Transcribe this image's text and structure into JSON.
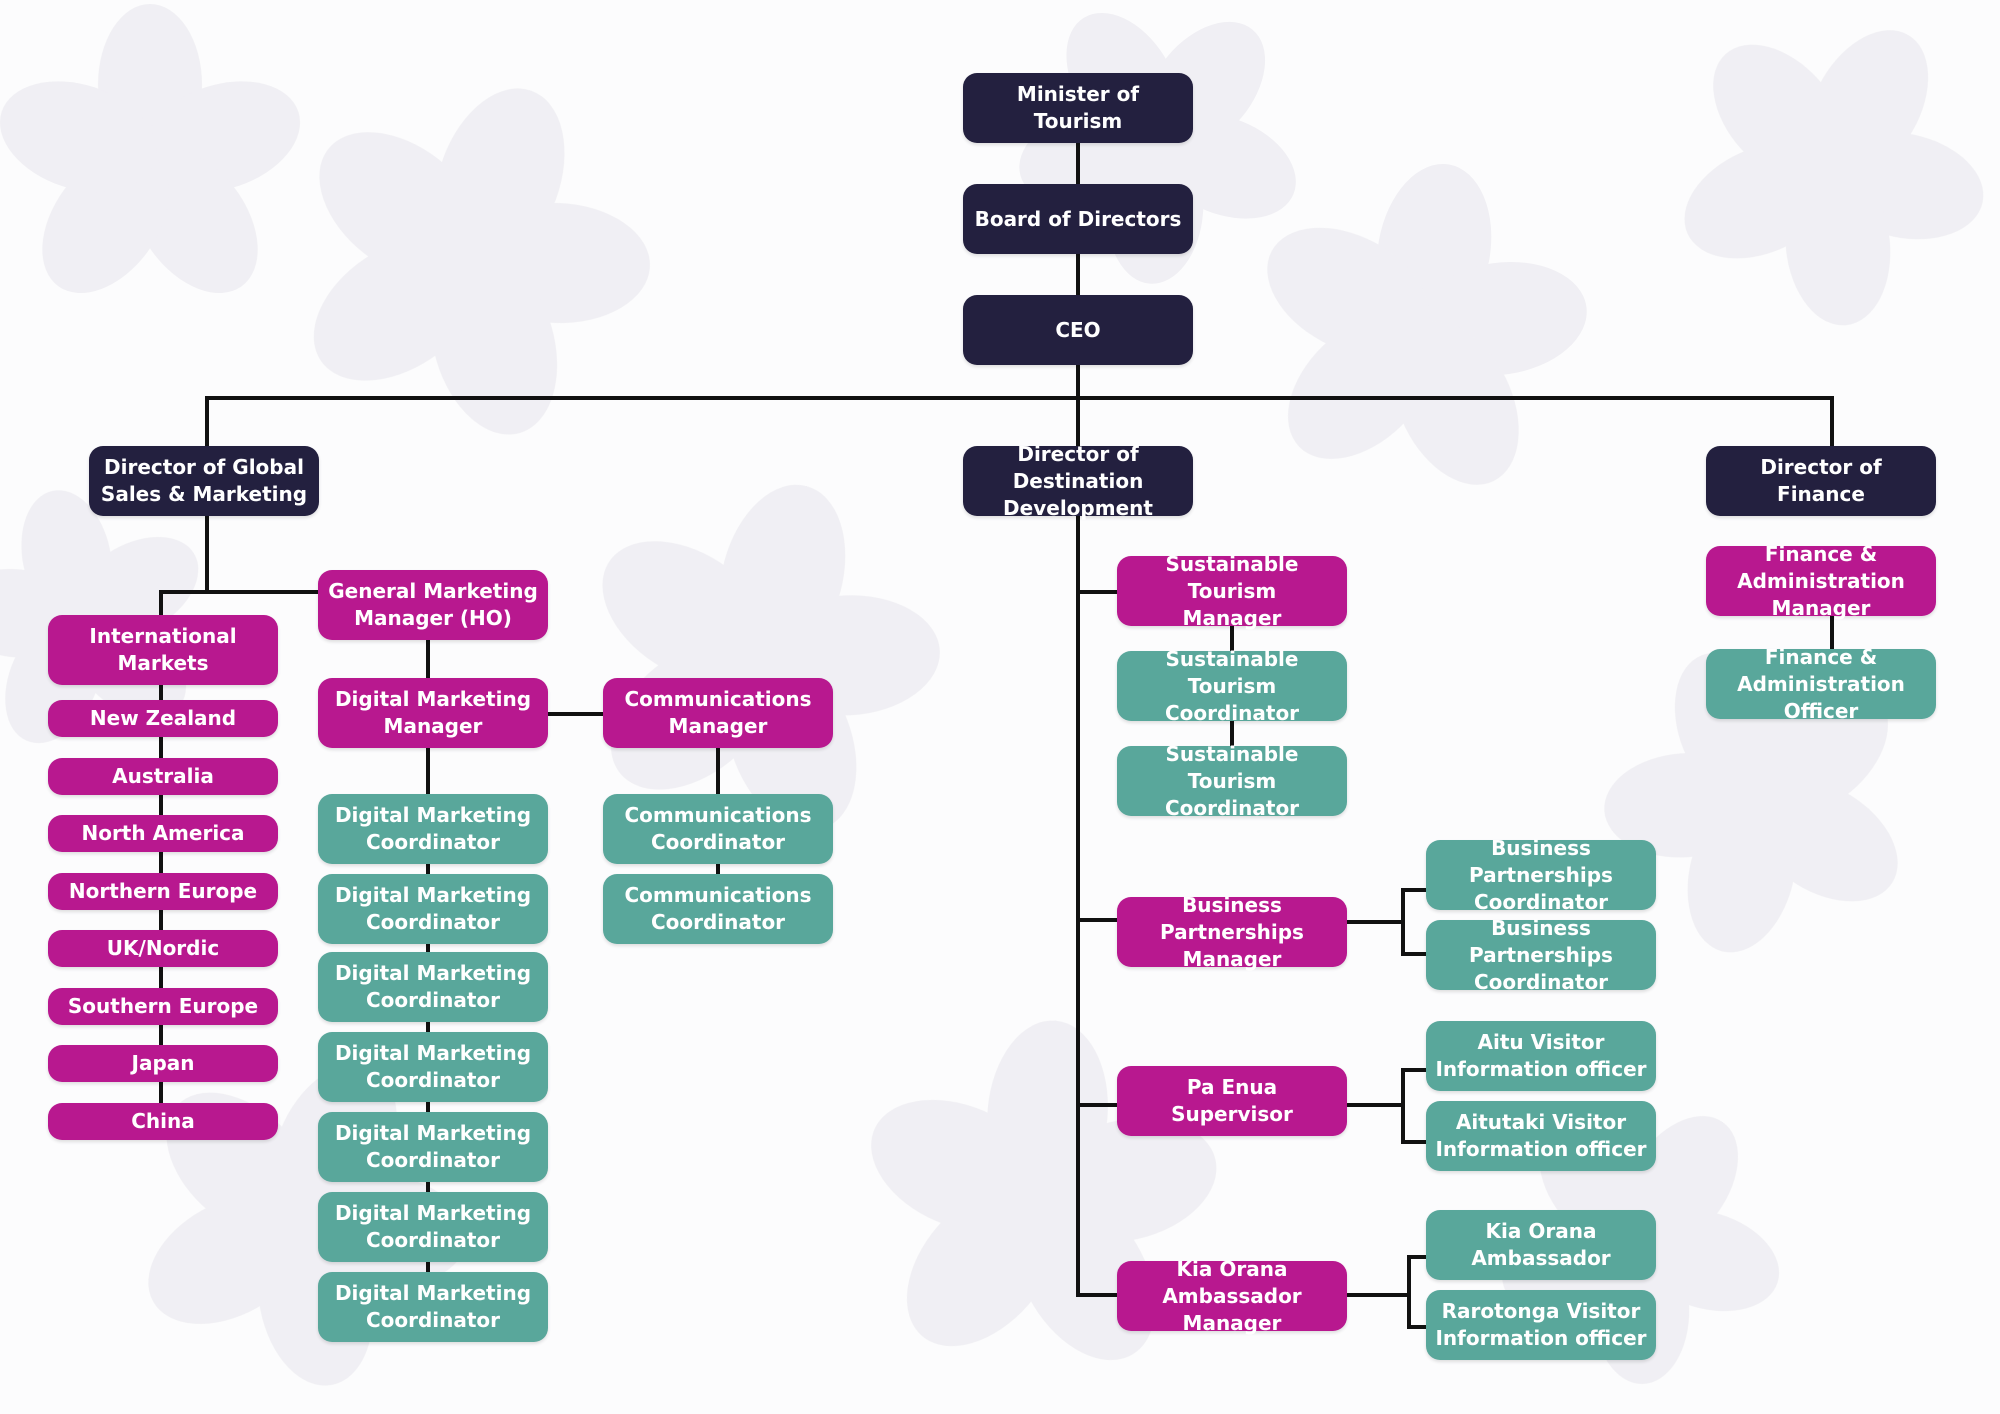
{
  "colors": {
    "executive": "#23203f",
    "manager": "#b8188f",
    "staff": "#59a79b",
    "line": "#111111"
  },
  "nodes": {
    "minister": "Minister of Tourism",
    "board": "Board of Directors",
    "ceo": "CEO",
    "dir_global": "Director of Global\nSales & Marketing",
    "dir_dest": "Director of Destination\nDevelopment",
    "dir_finance": "Director of Finance",
    "intl_markets": "International\nMarkets",
    "markets": [
      "New Zealand",
      "Australia",
      "North America",
      "Northern Europe",
      "UK/Nordic",
      "Southern Europe",
      "Japan",
      "China"
    ],
    "gm_marketing": "General Marketing\nManager (HO)",
    "dm_manager": "Digital Marketing\nManager",
    "dm_coordinators": [
      "Digital Marketing\nCoordinator",
      "Digital Marketing\nCoordinator",
      "Digital Marketing\nCoordinator",
      "Digital Marketing\nCoordinator",
      "Digital Marketing\nCoordinator",
      "Digital Marketing\nCoordinator",
      "Digital Marketing\nCoordinator"
    ],
    "comms_manager": "Communications\nManager",
    "comms_coordinators": [
      "Communications\nCoordinator",
      "Communications\nCoordinator"
    ],
    "st_manager": "Sustainable Tourism\nManager",
    "st_coordinators": [
      "Sustainable Tourism\nCoordinator",
      "Sustainable Tourism\nCoordinator"
    ],
    "bp_manager": "Business Partnerships\nManager",
    "bp_coordinators": [
      "Business Partnerships\nCoordinator",
      "Business Partnerships\nCoordinator"
    ],
    "pe_supervisor": "Pa Enua Supervisor",
    "pe_officers": [
      "Aitu Visitor\nInformation officer",
      "Aitutaki Visitor\nInformation officer"
    ],
    "ko_manager": "Kia Orana Ambassador\nManager",
    "ko_staff": [
      "Kia Orana Ambassador",
      "Rarotonga Visitor\nInformation officer"
    ],
    "fin_manager": "Finance &\nAdministration Manager",
    "fin_officer": "Finance &\nAdministration Officer"
  }
}
